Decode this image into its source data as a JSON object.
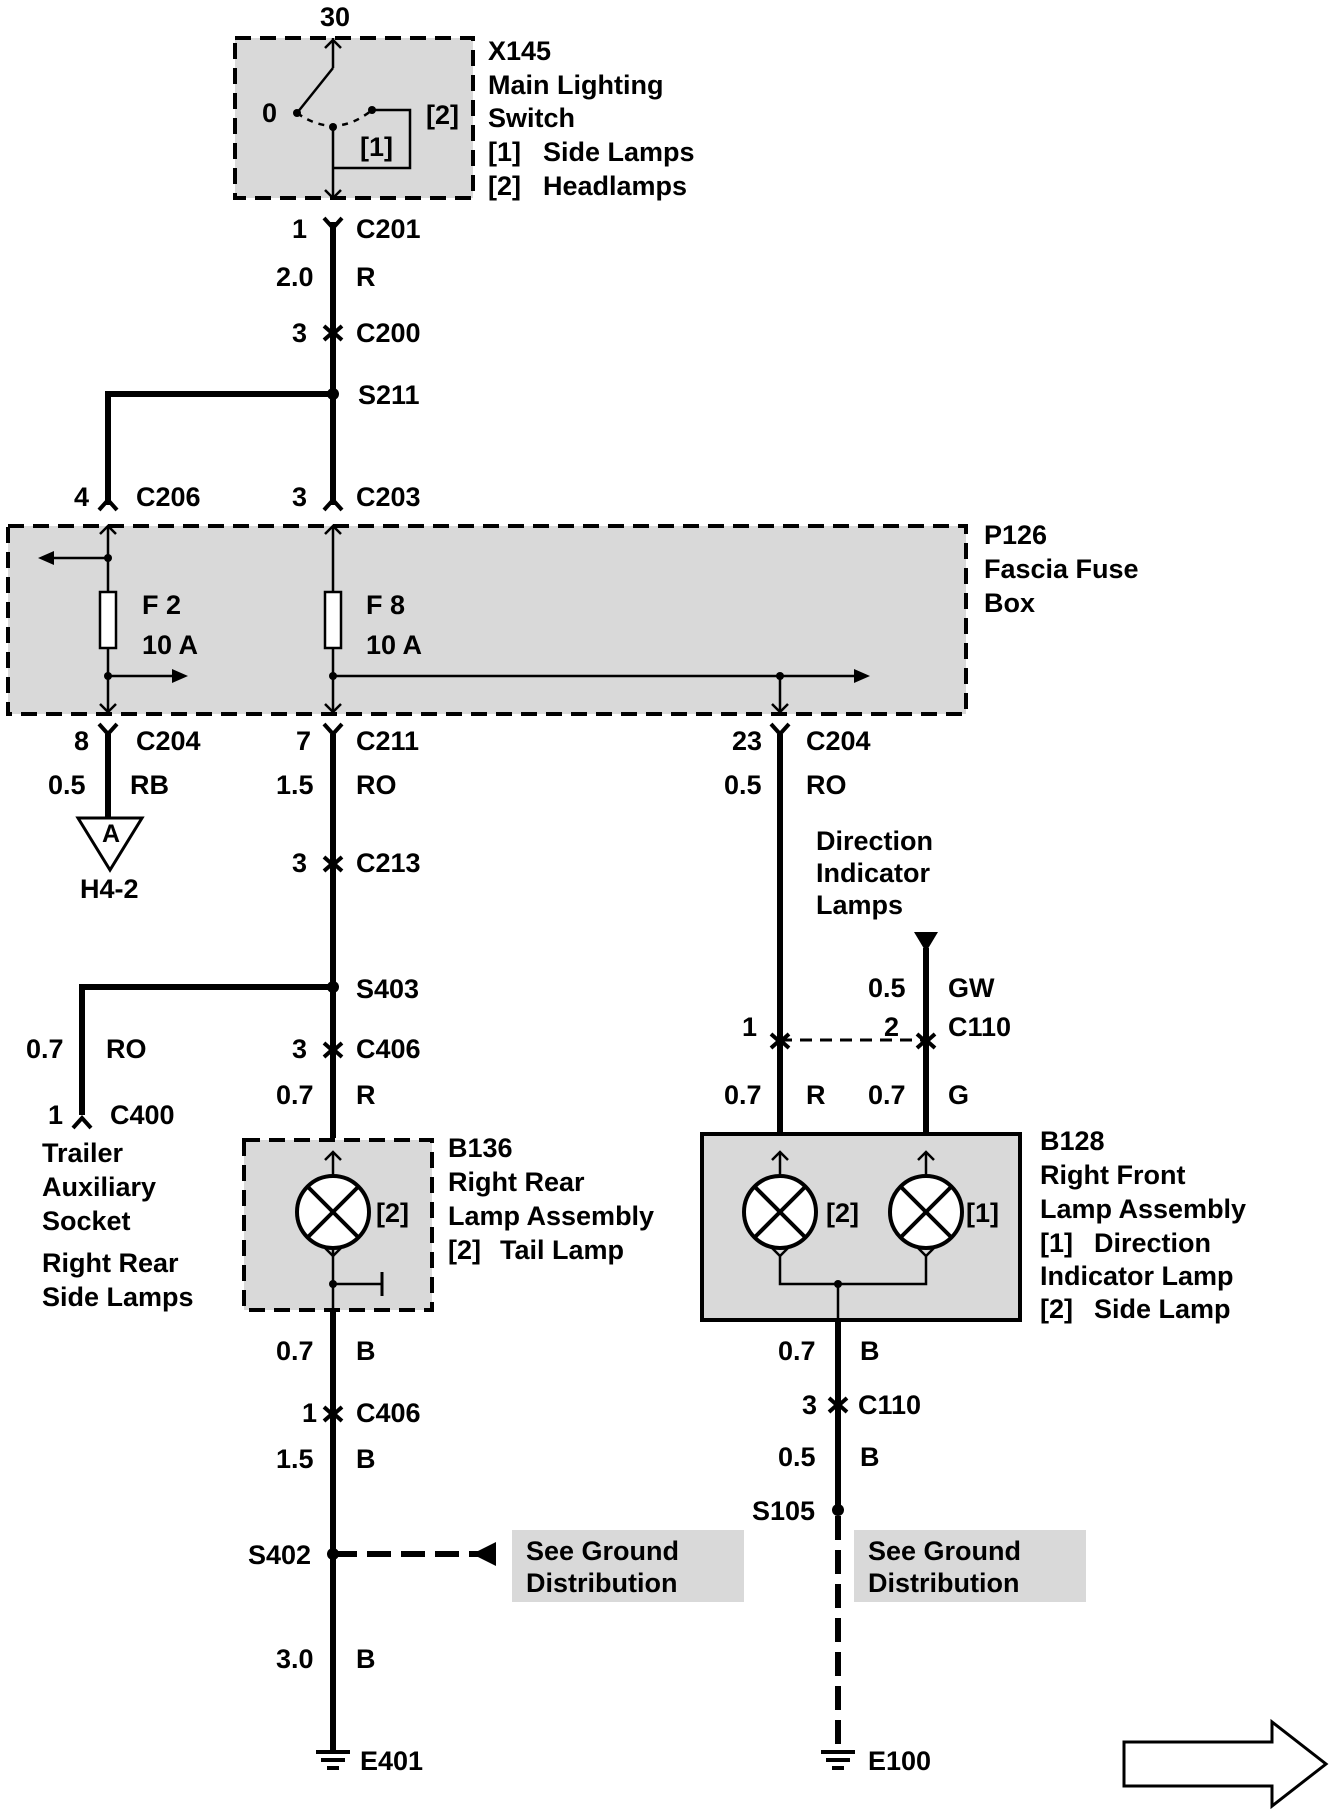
{
  "switch": {
    "pin": "30",
    "id": "X145",
    "line1": "Main Lighting",
    "line2": "Switch",
    "pos0": "0",
    "pos1": "[1]",
    "pos2": "[2]",
    "note1_key": "[1]",
    "note1": "Side Lamps",
    "note2_key": "[2]",
    "note2": "Headlamps"
  },
  "main_wire": {
    "c201_pin": "1",
    "c201": "C201",
    "size1": "2.0",
    "color1": "R",
    "c200_pin": "3",
    "c200": "C200",
    "s211": "S211",
    "c206_pin": "4",
    "c206": "C206",
    "c203_pin": "3",
    "c203": "C203"
  },
  "fuse_box": {
    "id": "P126",
    "line1": "Fascia Fuse",
    "line2": "Box",
    "f2_name": "F 2",
    "f2_rating": "10 A",
    "f8_name": "F 8",
    "f8_rating": "10 A"
  },
  "left_branch": {
    "pin": "8",
    "conn": "C204",
    "size": "0.5",
    "color": "RB",
    "ref_letter": "A",
    "ref": "H4-2"
  },
  "center_branch": {
    "pin": "7",
    "conn": "C211",
    "size": "1.5",
    "color": "RO",
    "c213_pin": "3",
    "c213": "C213",
    "s403": "S403",
    "c406_pin": "3",
    "c406": "C406",
    "size2": "0.7",
    "color2": "R",
    "trailer_size": "0.7",
    "trailer_color": "RO",
    "c400_pin": "1",
    "c400": "C400",
    "trailer_1": "Trailer",
    "trailer_2": "Auxiliary",
    "trailer_3": "Socket",
    "trailer_4": "Right Rear",
    "trailer_5": "Side Lamps"
  },
  "b136": {
    "id": "B136",
    "line1": "Right Rear",
    "line2": "Lamp Assembly",
    "lamp_key": "[2]",
    "note_key": "[2]",
    "note": "Tail Lamp"
  },
  "center_ground": {
    "size1": "0.7",
    "color1": "B",
    "c406_pin": "1",
    "c406": "C406",
    "size2": "1.5",
    "color2": "B",
    "s402": "S402",
    "see_1": "See Ground",
    "see_2": "Distribution",
    "size3": "3.0",
    "color3": "B",
    "ground": "E401"
  },
  "right_branch": {
    "pin": "23",
    "conn": "C204",
    "size": "0.5",
    "color": "RO",
    "note1": "Direction",
    "note2": "Indicator",
    "note3": "Lamps",
    "gw_size": "0.5",
    "gw_color": "GW",
    "c110_pin1": "1",
    "c110_pin2": "2",
    "c110": "C110",
    "left_size": "0.7",
    "left_color": "R",
    "right_size": "0.7",
    "right_color": "G"
  },
  "b128": {
    "id": "B128",
    "line1": "Right Front",
    "line2": "Lamp Assembly",
    "lamp_left_key": "[2]",
    "lamp_right_key": "[1]",
    "n1_key": "[1]",
    "n1a": "Direction",
    "n1b": "Indicator Lamp",
    "n2_key": "[2]",
    "n2": "Side Lamp"
  },
  "right_ground": {
    "size1": "0.7",
    "color1": "B",
    "c110_pin": "3",
    "c110": "C110",
    "size2": "0.5",
    "color2": "B",
    "s105": "S105",
    "see_1": "See Ground",
    "see_2": "Distribution",
    "ground": "E100"
  }
}
